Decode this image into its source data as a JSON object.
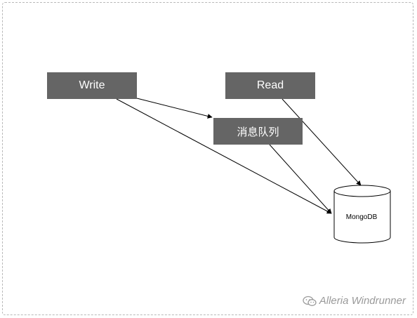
{
  "nodes": {
    "write": "Write",
    "read": "Read",
    "queue": "消息队列",
    "db": "MongoDB"
  },
  "watermark": {
    "text": "Alleria Windrunner",
    "icon": "wechat-icon"
  }
}
